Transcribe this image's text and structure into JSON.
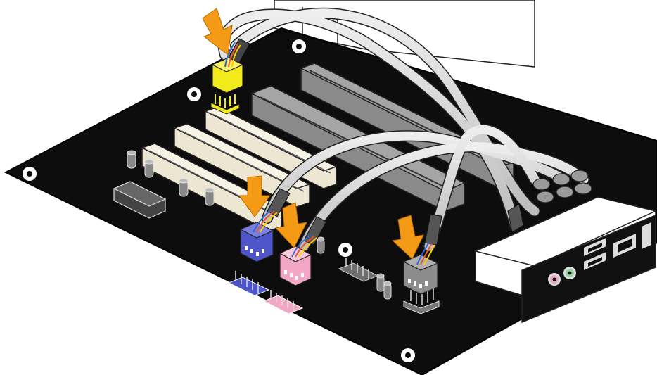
{
  "diagram": {
    "callouts": [
      {
        "id": "yellow-header-arrow",
        "target": "yellow-connector"
      },
      {
        "id": "blue-header-arrow",
        "target": "blue-connector"
      },
      {
        "id": "pink-header-arrow",
        "target": "pink-connector"
      },
      {
        "id": "gray-header-arrow",
        "target": "gray-connector"
      }
    ],
    "connector_colors": {
      "yellow": "#f2ea1a",
      "blue": "#4e55c8",
      "pink": "#f2a8c4",
      "gray": "#8c8c8c"
    },
    "arrow_color": "#f59a17",
    "board_color": "#0d0d0d",
    "cable_color": "#d2d2d2",
    "icons": [
      "mounting-hole-icon",
      "audio-jack-icon",
      "usb-port-icon",
      "firewire-port-icon"
    ]
  }
}
